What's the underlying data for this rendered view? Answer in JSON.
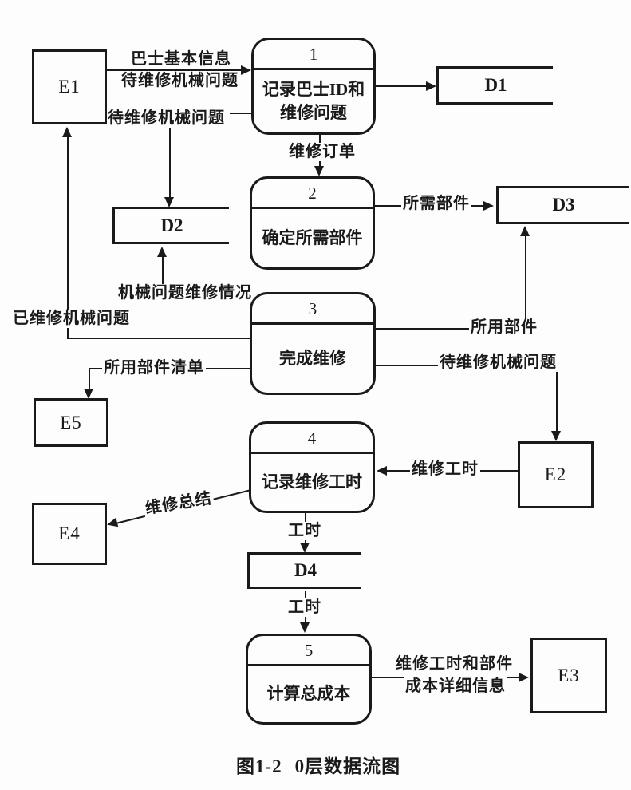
{
  "figure": {
    "caption_prefix": "图1-2",
    "caption_title": "0层数据流图"
  },
  "entities": {
    "e1": "E1",
    "e2": "E2",
    "e3": "E3",
    "e4": "E4",
    "e5": "E5"
  },
  "stores": {
    "d1": "D1",
    "d2": "D2",
    "d3": "D3",
    "d4": "D4"
  },
  "processes": {
    "p1": {
      "number": "1",
      "name_line1": "记录巴士ID和",
      "name_line2": "维修问题"
    },
    "p2": {
      "number": "2",
      "name": "确定所需部件"
    },
    "p3": {
      "number": "3",
      "name": "完成维修"
    },
    "p4": {
      "number": "4",
      "name": "记录维修工时"
    },
    "p5": {
      "number": "5",
      "name": "计算总成本"
    }
  },
  "flows": {
    "e1_to_p1_line1": "巴士基本信息",
    "e1_to_p1_line2": "待维修机械问题",
    "p1_to_d2": "待维修机械问题",
    "p1_to_p2": "维修订单",
    "p2_to_d3": "所需部件",
    "p3_to_d2": "机械问题维修情况",
    "p3_to_e1": "已维修机械问题",
    "p3_to_d3": "所用部件",
    "p3_to_e2": "待维修机械问题",
    "p3_to_e5": "所用部件清单",
    "e2_to_p4": "维修工时",
    "p4_to_e4": "维修总结",
    "p4_to_d4": "工时",
    "d4_to_p5": "工时",
    "p5_to_e3_line1": "维修工时和部件",
    "p5_to_e3_line2": "成本详细信息"
  },
  "colors": {
    "ink": "#1a1a1a",
    "paper": "#fdfdfd"
  }
}
